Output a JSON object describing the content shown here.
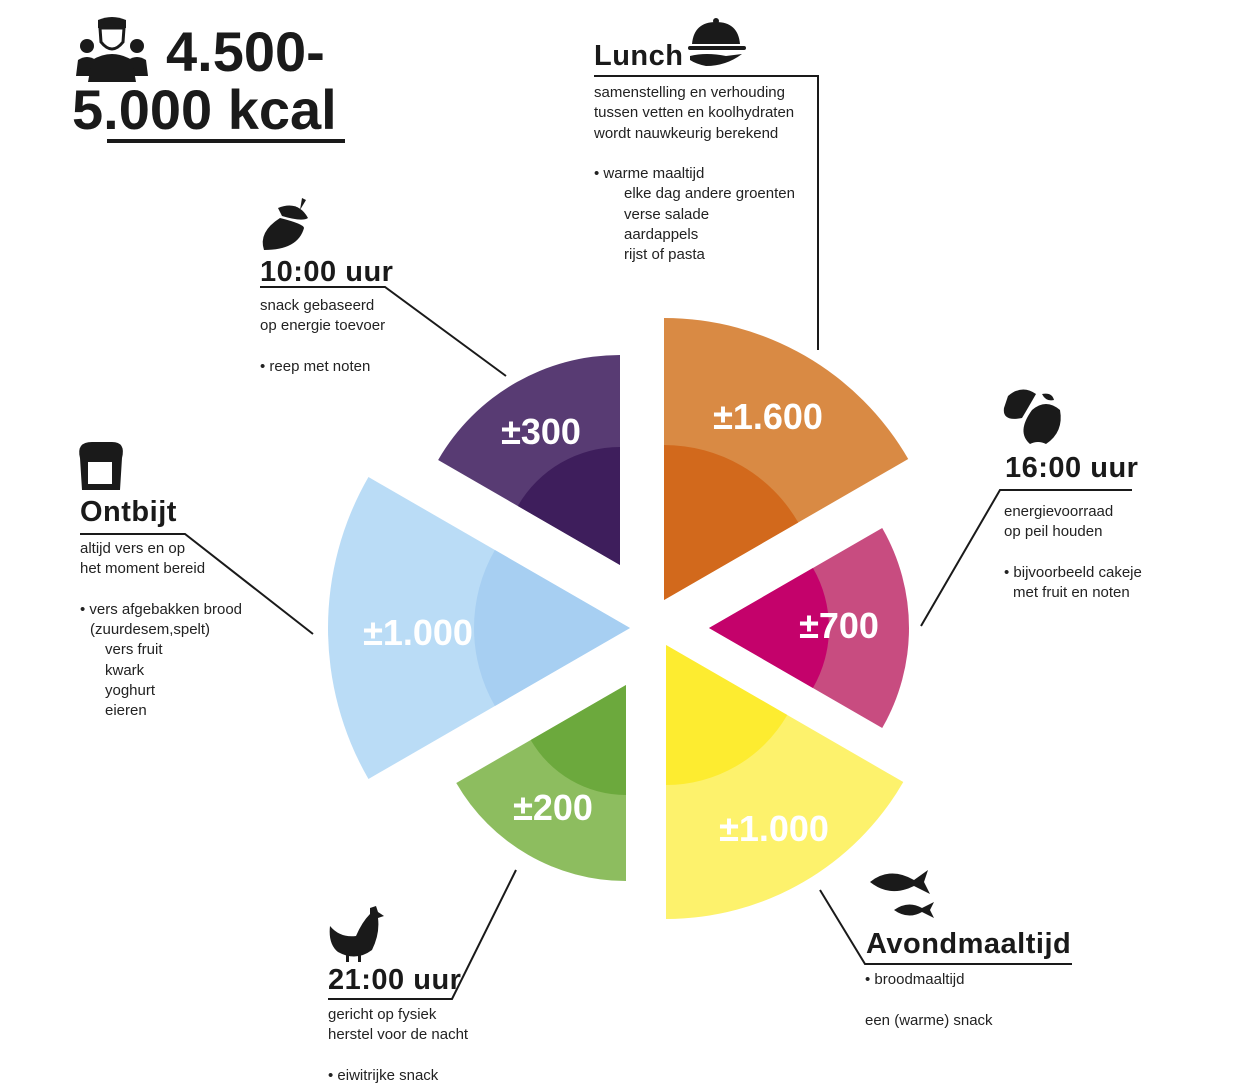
{
  "header": {
    "line1": "4.500-",
    "line2_a": "5",
    "line2_b": ".000 kcal",
    "icon": "soldiers-icon"
  },
  "segments": [
    {
      "id": "lunch",
      "value_label": "±1.600",
      "color_outer": "#d98a44",
      "color_inner": "#d2691c"
    },
    {
      "id": "snack16",
      "value_label": "±700",
      "color_outer": "#c84c80",
      "color_inner": "#c4026b"
    },
    {
      "id": "avond",
      "value_label": "±1.000",
      "color_outer": "#fdf26c",
      "color_inner": "#fdec30"
    },
    {
      "id": "snack21",
      "value_label": "±200",
      "color_outer": "#8dbd5f",
      "color_inner": "#6ca93d"
    },
    {
      "id": "ontbijt",
      "value_label": "±1.000",
      "color_outer": "#badcf6",
      "color_inner": "#a7cff2"
    },
    {
      "id": "snack10",
      "value_label": "±300",
      "color_outer": "#583b73",
      "color_inner": "#3e1e5c"
    }
  ],
  "lunch": {
    "title": "Lunch",
    "icon": "cloche-icon",
    "lines": [
      "samenstelling en verhouding",
      "tussen vetten en koolhydraten",
      "wordt nauwkeurig berekend"
    ],
    "bullet": "• warme maaltijd",
    "sub": [
      "elke dag andere groenten",
      "verse salade",
      "aardappels",
      "rijst of pasta"
    ]
  },
  "snack10": {
    "title": "10:00 uur",
    "icon": "acorn-icon",
    "lines": [
      "snack gebaseerd",
      "op energie toevoer"
    ],
    "bullet": "• reep met noten"
  },
  "ontbijt": {
    "title": "Ontbijt",
    "icon": "bread-icon",
    "lines": [
      "altijd vers en op",
      "het moment bereid"
    ],
    "bullet": "• vers afgebakken brood",
    "bullet2": "(zuurdesem,spelt)",
    "sub": [
      "vers fruit",
      "kwark",
      "yoghurt",
      "eieren"
    ]
  },
  "snack16": {
    "title": "16:00 uur",
    "icon": "apple-icon",
    "lines": [
      "energievoorraad",
      "op peil houden"
    ],
    "bullet": "• bijvoorbeeld cakeje",
    "bullet2": "met fruit en noten"
  },
  "avond": {
    "title": "Avondmaaltijd",
    "icon": "fish-icon",
    "bullet": "• broodmaaltijd",
    "line2": "een (warme) snack"
  },
  "snack21": {
    "title": "21:00 uur",
    "icon": "chicken-icon",
    "lines": [
      "gericht op fysiek",
      "herstel voor de nacht"
    ],
    "bullet": "• eiwitrijke snack"
  }
}
